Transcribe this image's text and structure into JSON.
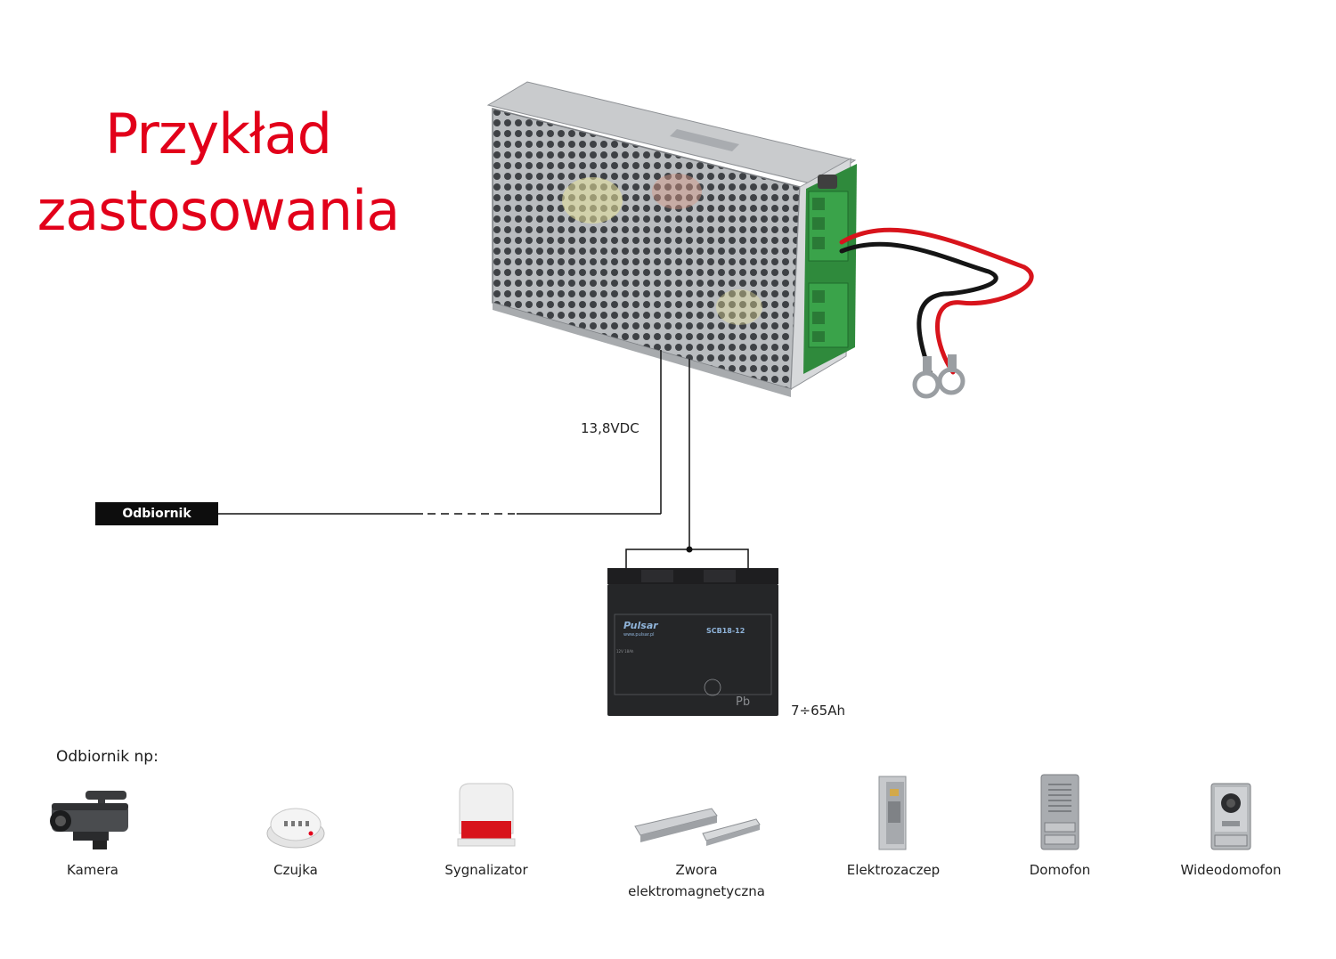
{
  "title": {
    "line1": "Przykład",
    "line2": "zastosowania"
  },
  "psu": {
    "name": "power-supply"
  },
  "voltage_label": "13,8VDC",
  "receiver_label": "Odbiornik",
  "battery": {
    "brand": "Pulsar",
    "website": "www.pulsar.pl",
    "model": "SCB18-12",
    "rating": "12V 18Ah",
    "capacity_label": "7÷65Ah",
    "mark": "Pb"
  },
  "examples_title": "Odbiornik np:",
  "devices": [
    {
      "label": "Kamera",
      "icon": "camera-icon"
    },
    {
      "label": "Czujka",
      "icon": "smoke-detector-icon"
    },
    {
      "label": "Sygnalizator",
      "icon": "siren-icon"
    },
    {
      "label": "Zwora elektromagnetyczna",
      "icon": "magnetic-lock-icon"
    },
    {
      "label": "Elektrozaczep",
      "icon": "electric-strike-icon"
    },
    {
      "label": "Domofon",
      "icon": "intercom-icon"
    },
    {
      "label": "Wideodomofon",
      "icon": "video-intercom-icon"
    }
  ],
  "colors": {
    "title": "#e2001a",
    "line": "#111111",
    "wire_red": "#d8141c",
    "wire_black": "#151515",
    "pcb": "#2f8a3c"
  }
}
